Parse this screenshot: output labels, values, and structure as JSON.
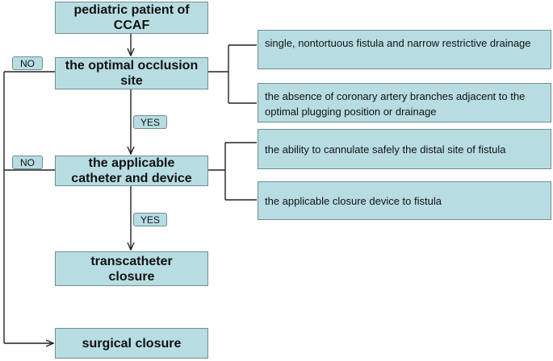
{
  "nodes": {
    "patient": {
      "line1": "pediatric patient of",
      "line2": "CCAF"
    },
    "optimal_site": {
      "line1": "the optimal occlusion",
      "line2": "site"
    },
    "catheter": {
      "line1": "the applicable",
      "line2": "catheter and device"
    },
    "transcatheter": {
      "line1": "transcatheter",
      "line2": "closure"
    },
    "surgical": {
      "label": "surgical closure"
    }
  },
  "criteria": {
    "site_1": "single, nontortuous fistula and narrow restrictive drainage",
    "site_2": "the absence of coronary artery branches adjacent to the optimal plugging position or drainage",
    "catheter_1": "the ability to cannulate safely the distal site of fistula",
    "catheter_2": "the applicable closure device to fistula"
  },
  "labels": {
    "no_1": "NO",
    "no_2": "NO",
    "yes_1": "YES",
    "yes_2": "YES"
  }
}
